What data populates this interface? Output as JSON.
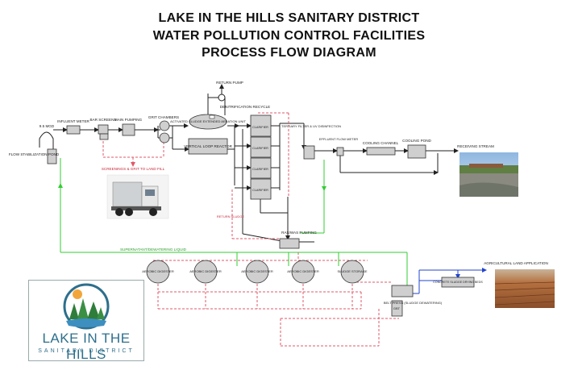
{
  "title": {
    "line1": "LAKE IN THE HILLS SANITARY DISTRICT",
    "line2": "WATER POLLUTION CONTROL FACILITIES",
    "line3": "PROCESS FLOW DIAGRAM"
  },
  "labels": {
    "mgd": "9.5 MGD",
    "influent_meter": "INFLUENT METER",
    "bar_screens": "BAR SCREENS",
    "main_pumping": "MAIN PUMPING",
    "grit_chambers": "GRIT CHAMBERS",
    "flow_stabilization_pond": "FLOW STABILIZATION POND",
    "return_pump": "RETURN PUMP",
    "denitrification_recycle": "DENITRIFICATION RECYCLE",
    "activated_sludge": "ACTIVATED SLUDGE EXTENDED AERATION UNIT",
    "vertical_loop_reactor": "VERTICAL LOOP REACTOR",
    "screenings_grit": "SCREENINGS & GRIT TO LAND FILL",
    "clarifier": "CLARIFIER",
    "tertiary_filter": "TERTIARY FILTER & UV DISINFECTION",
    "effluent_flow_meter": "EFFLUENT FLOW METER",
    "cooling_channel": "COOLING CHANNEL",
    "cooling_pond": "COOLING POND",
    "receiving_stream": "RECEIVING STREAM",
    "return_sludge": "RETURN SLUDGE",
    "ras_was_pumping": "RAS/WAS PUMPING",
    "supernatant": "SUPERNATANT/DEWATERING LIQUID",
    "aerobic_digester": "AEROBIC DIGESTER",
    "sludge_storage": "SLUDGE STORAGE",
    "belt_press": "BELT PRESS (SLUDGE DEWATERING)",
    "gbt": "GBT",
    "concrete_drying_beds": "CONCRETE SLUDGE DRYING BEDS",
    "agricultural": "AGRICULTURAL LAND APPLICATION"
  },
  "logo": {
    "main": "LAKE IN THE HILLS",
    "sub": "SANITARY DISTRICT"
  },
  "colors": {
    "process_line": "#222222",
    "sludge_line": "#e05a6a",
    "supernatant_line": "#33cc33",
    "biosolids_line": "#2244cc",
    "vessel_fill": "#cfcfcf"
  }
}
